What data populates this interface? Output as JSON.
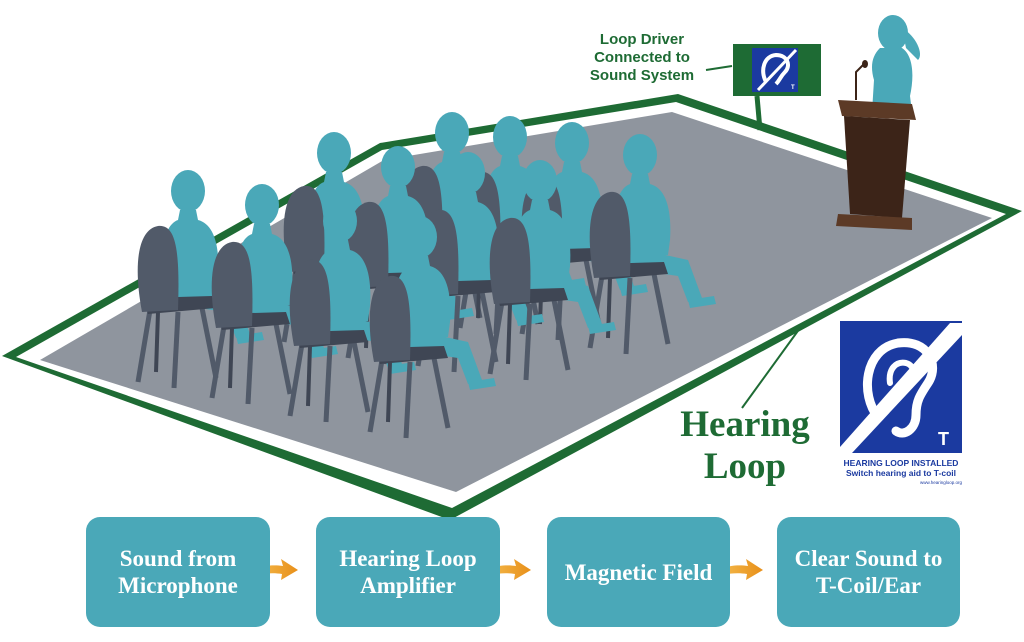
{
  "callout": {
    "line1": "Loop Driver",
    "line2": "Connected to",
    "line3": "Sound System"
  },
  "loop_label": {
    "line1": "Hearing",
    "line2": "Loop"
  },
  "sign": {
    "letter": "T",
    "line1": "HEARING LOOP INSTALLED",
    "line2": "Switch hearing aid to T-coil",
    "url": "www.hearingloop.org"
  },
  "steps": [
    {
      "label": "Sound from Microphone"
    },
    {
      "label": "Hearing Loop Amplifier"
    },
    {
      "label": "Magnetic Field"
    },
    {
      "label": "Clear Sound to T-Coil/Ear"
    }
  ],
  "colors": {
    "loop_green": "#1e6b34",
    "floor_gray": "#8f959e",
    "person_teal": "#4aa8b8",
    "chair_slate": "#515a69",
    "podium_brown": "#3c2418",
    "sign_blue": "#1b3aa0",
    "arrow_orange": "#f2a11f",
    "step_teal": "#4aa8b8"
  }
}
